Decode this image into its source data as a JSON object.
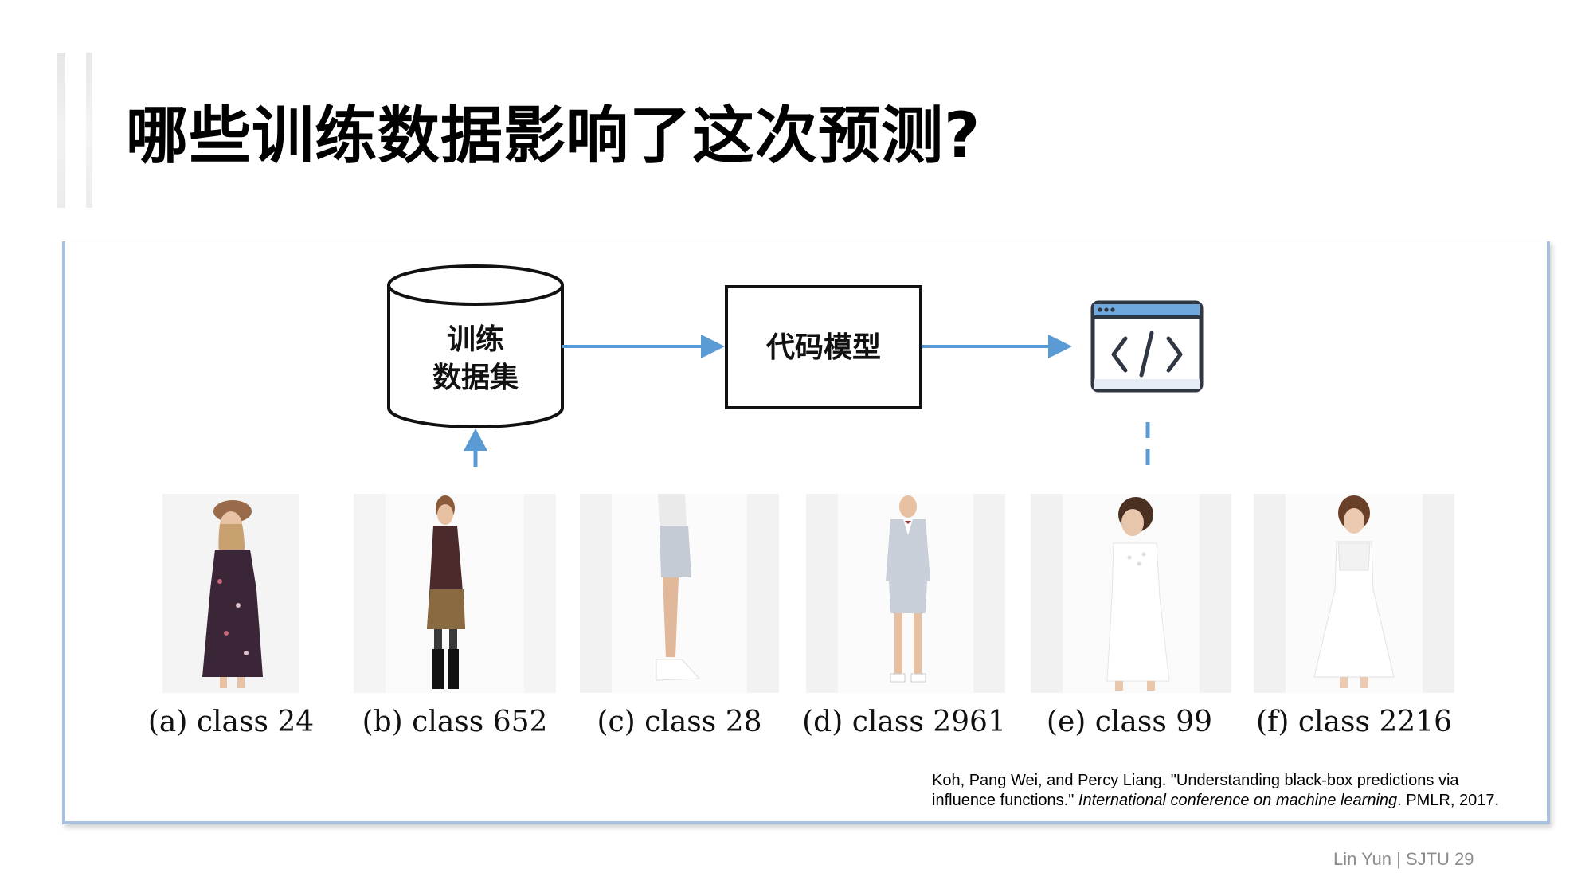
{
  "slide": {
    "title": "哪些训练数据影响了这次预测?",
    "footer": "Lin Yun | SJTU 29"
  },
  "diagram": {
    "dataset_line1": "训练",
    "dataset_line2": "数据集",
    "model_label": "代码模型",
    "output_icon": "code-window-icon",
    "arrow_color": "#5b9bd5"
  },
  "examples": [
    {
      "caption": "(a) class 24",
      "subject": "dress-floral-dark"
    },
    {
      "caption": "(b) class 652",
      "subject": "dress-floral-boots"
    },
    {
      "caption": "(c) class 28",
      "subject": "shorts-side"
    },
    {
      "caption": "(d) class 2961",
      "subject": "suit-shorts"
    },
    {
      "caption": "(e) class 99",
      "subject": "white-lace-top"
    },
    {
      "caption": "(f) class 2216",
      "subject": "white-lace-dress"
    }
  ],
  "citation": {
    "line1": "Koh, Pang Wei, and Percy Liang. \"Understanding black-box predictions via",
    "line2_prefix": "influence functions.\" ",
    "line2_italic": "International conference on machine learning",
    "line2_suffix": ". PMLR, 2017."
  }
}
